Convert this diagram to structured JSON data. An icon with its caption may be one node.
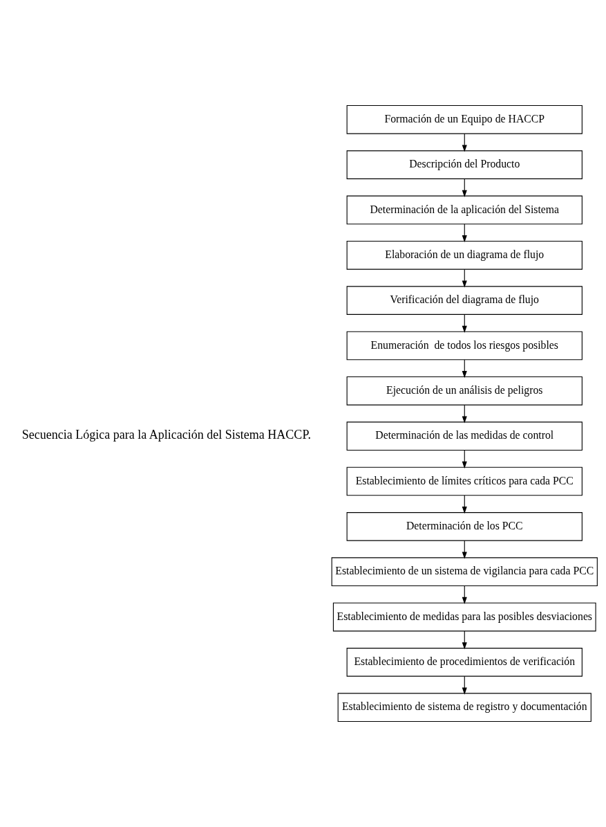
{
  "diagram": {
    "nodes": [
      {
        "text": [
          "Formación de un Equipo de HACCP"
        ]
      },
      {
        "text": [
          "Descripción del Producto"
        ]
      },
      {
        "text": [
          "Determinación de la aplicación del Sistema"
        ]
      },
      {
        "text": [
          "Elaboración de un diagrama de flujo"
        ]
      },
      {
        "text": [
          "Verificación del diagrama de flujo"
        ]
      },
      {
        "text": [
          "Enumeración  de todos los riesgos posibles"
        ]
      },
      {
        "text": [
          "Ejecución de un análisis de peligros"
        ]
      },
      {
        "text": [
          "Determinación de las medidas de control"
        ]
      },
      {
        "text": [
          "Establecimiento de límites críticos para cada PCC"
        ]
      },
      {
        "text": [
          "Determinación de los PCC"
        ]
      },
      {
        "text": [
          "Establecimiento de un sistema de vigilancia para cada PCC"
        ]
      },
      {
        "text": [
          "Establecimiento de medidas para las posibles desviaciones"
        ]
      },
      {
        "text": [
          "Establecimiento de procedimientos de verificación"
        ]
      },
      {
        "text": [
          "Establecimiento de sistema de registro y documentación"
        ]
      }
    ],
    "edges": [
      {
        "from": 0,
        "to": 1,
        "arrow": "to"
      },
      {
        "from": 1,
        "to": 2,
        "arrow": "to"
      },
      {
        "from": 2,
        "to": 3,
        "arrow": "to"
      },
      {
        "from": 3,
        "to": 4,
        "arrow": "to"
      },
      {
        "from": 4,
        "to": 5,
        "arrow": "to"
      },
      {
        "from": 5,
        "to": 6,
        "arrow": "to"
      },
      {
        "from": 6,
        "to": 7,
        "arrow": "to"
      },
      {
        "from": 7,
        "to": 8,
        "arrow": "to"
      },
      {
        "from": 8,
        "to": 9,
        "arrow": "to"
      },
      {
        "from": 9,
        "to": 10,
        "arrow": "to"
      },
      {
        "from": 10,
        "to": 11,
        "arrow": "to"
      },
      {
        "from": 11,
        "to": 12,
        "arrow": "to"
      },
      {
        "from": 12,
        "to": 13,
        "arrow": "to"
      }
    ],
    "labels": [
      "Secuencia Lógica para la Aplicación del Sistema HACCP."
    ]
  }
}
